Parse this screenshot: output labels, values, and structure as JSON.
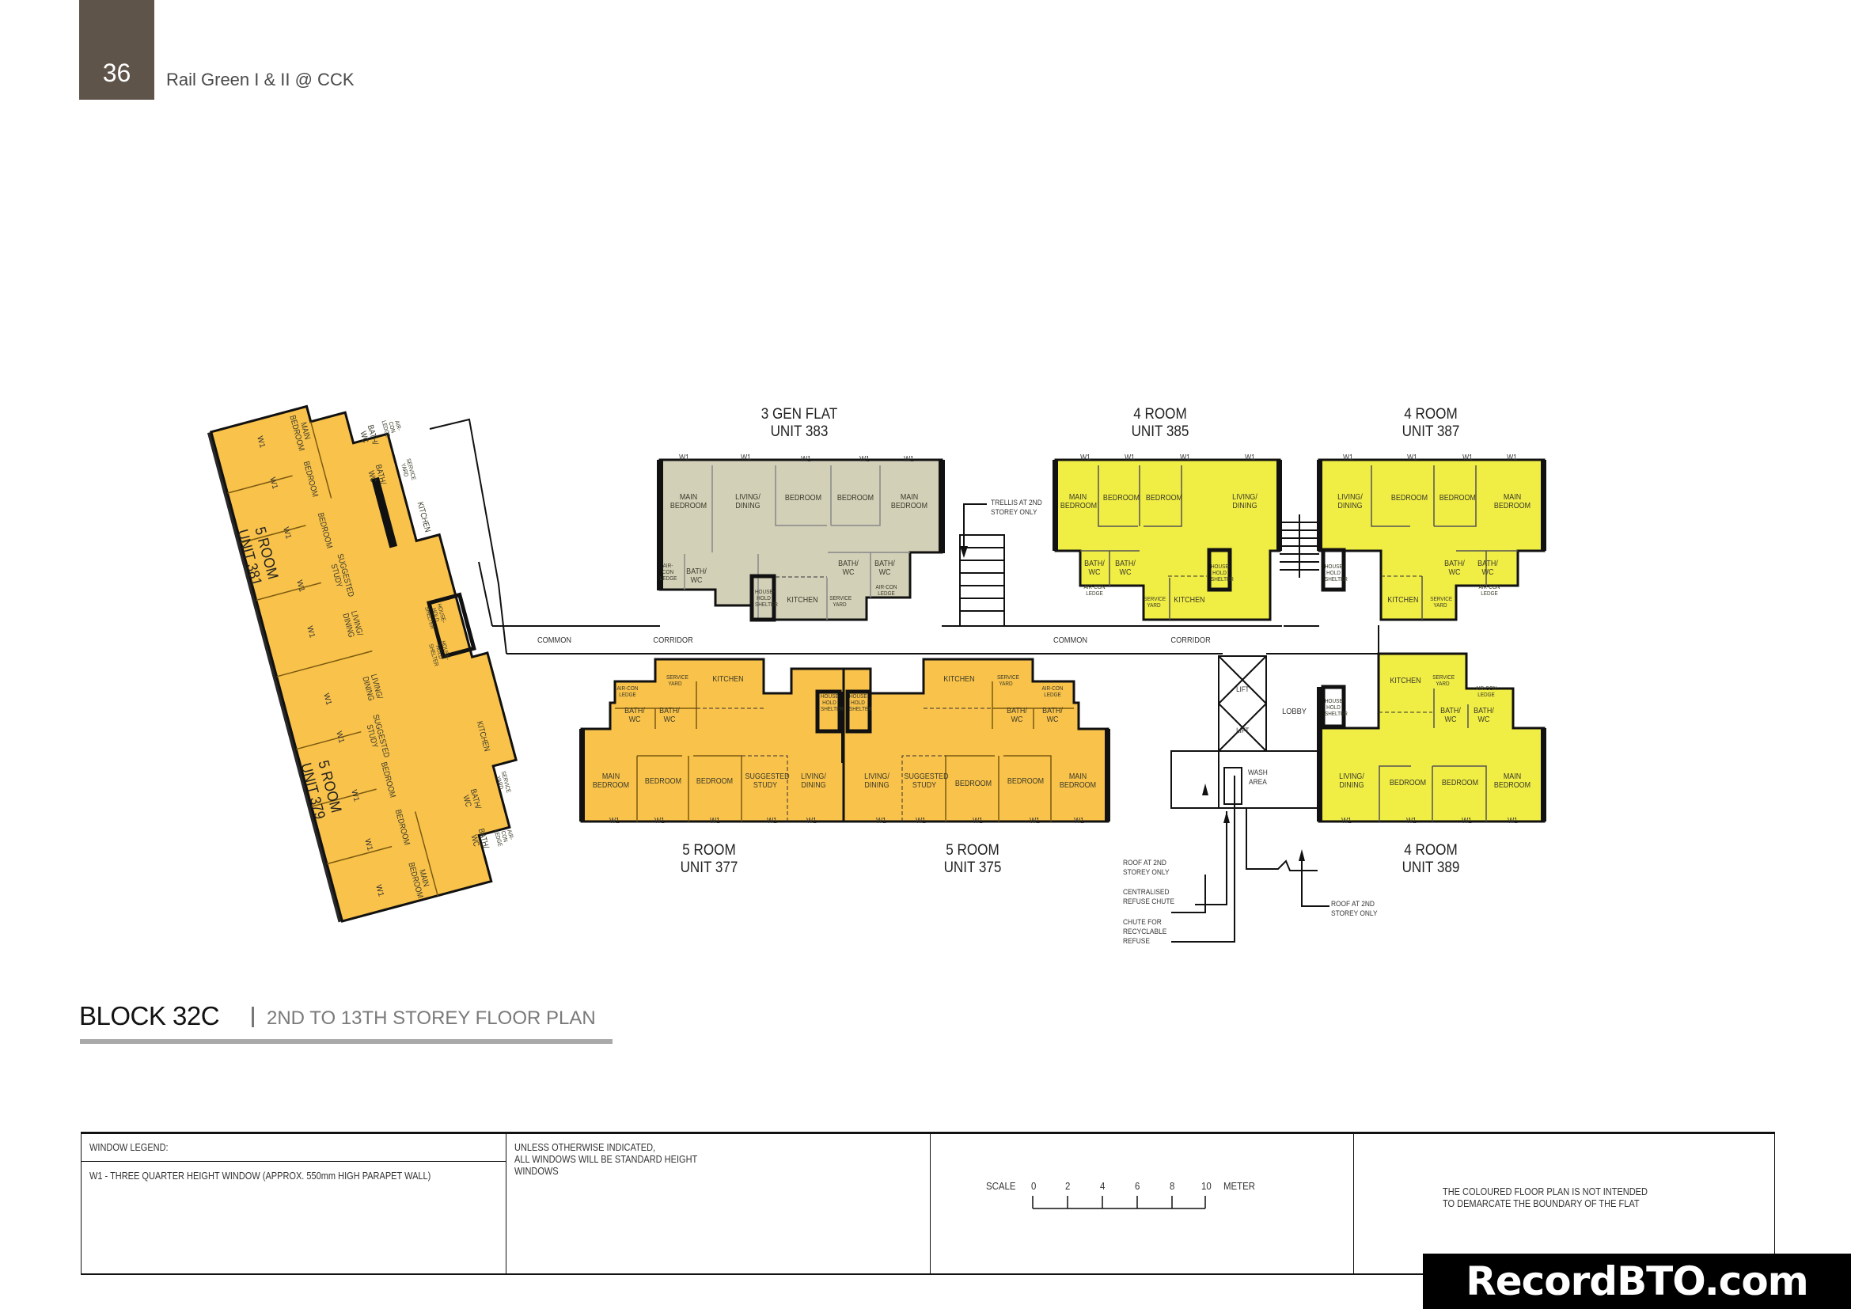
{
  "header": {
    "page_number": "36",
    "document_title": "Rail Green I & II @ CCK"
  },
  "colors": {
    "page_tab": "#5f544a",
    "three_gen": "#d3d0b8",
    "five_room": "#f9c24a",
    "four_room": "#f0ed45",
    "wall": "#111111"
  },
  "plan": {
    "units": [
      {
        "type": "3 GEN FLAT",
        "unit": "UNIT 383",
        "color": "three_gen",
        "rooms": [
          "MAIN BEDROOM",
          "LIVING/ DINING",
          "BEDROOM",
          "BEDROOM",
          "MAIN BEDROOM",
          "AIR-CON LEDGE",
          "BATH/ WC",
          "BATH/ WC",
          "BATH/ WC",
          "HOUSE-HOLD SHELTER",
          "KITCHEN",
          "SERVICE YARD",
          "AIR-CON LEDGE"
        ]
      },
      {
        "type": "4 ROOM",
        "unit": "UNIT 385",
        "color": "four_room",
        "rooms": [
          "MAIN BEDROOM",
          "BEDROOM",
          "BEDROOM",
          "LIVING/ DINING",
          "BATH/ WC",
          "BATH/ WC",
          "AIR-CON LEDGE",
          "SERVICE YARD",
          "KITCHEN",
          "HOUSE-HOLD SHELTER"
        ]
      },
      {
        "type": "4 ROOM",
        "unit": "UNIT 387",
        "color": "four_room",
        "rooms": [
          "LIVING/ DINING",
          "BEDROOM",
          "BEDROOM",
          "MAIN BEDROOM",
          "HOUSE-HOLD SHELTER",
          "BATH/ WC",
          "BATH/ WC",
          "AIR-CON LEDGE",
          "KITCHEN",
          "SERVICE YARD"
        ]
      },
      {
        "type": "5 ROOM",
        "unit": "UNIT 377",
        "color": "five_room",
        "rooms": [
          "AIR-CON LEDGE",
          "SERVICE YARD",
          "KITCHEN",
          "BATH/ WC",
          "BATH/ WC",
          "HOUSE-HOLD SHELTER",
          "MAIN BEDROOM",
          "BEDROOM",
          "BEDROOM",
          "SUGGESTED STUDY",
          "LIVING/ DINING"
        ]
      },
      {
        "type": "5 ROOM",
        "unit": "UNIT 375",
        "color": "five_room",
        "rooms": [
          "HOUSE-HOLD SHELTER",
          "KITCHEN",
          "SERVICE YARD",
          "AIR-CON LEDGE",
          "BATH/ WC",
          "BATH/ WC",
          "LIVING/ DINING",
          "SUGGESTED STUDY",
          "BEDROOM",
          "BEDROOM",
          "MAIN BEDROOM"
        ]
      },
      {
        "type": "4 ROOM",
        "unit": "UNIT 389",
        "color": "four_room",
        "rooms": [
          "KITCHEN",
          "SERVICE YARD",
          "AIR-CON LEDGE",
          "HOUSE-HOLD SHELTER",
          "BATH/ WC",
          "BATH/ WC",
          "LIVING/ DINING",
          "BEDROOM",
          "BEDROOM",
          "MAIN BEDROOM"
        ]
      },
      {
        "type": "5 ROOM",
        "unit": "UNIT 381",
        "color": "five_room",
        "rooms": [
          "MAIN BEDROOM",
          "BATH/ WC",
          "AIR-CON LEDGE",
          "BATH/ WC",
          "SERVICE YARD",
          "BEDROOM",
          "KITCHEN",
          "BEDROOM",
          "SUGGESTED STUDY",
          "LIVING/ DINING",
          "HOUSE-HOLD SHELTER"
        ]
      },
      {
        "type": "5 ROOM",
        "unit": "UNIT 379",
        "color": "five_room",
        "rooms": [
          "HOUSE-HOLD SHELTER",
          "LIVING/ DINING",
          "SUGGESTED STUDY",
          "KITCHEN",
          "BEDROOM",
          "SERVICE YARD",
          "BATH/ WC",
          "BEDROOM",
          "BATH/ WC",
          "AIR-CON LEDGE",
          "MAIN BEDROOM"
        ]
      }
    ],
    "window_label": "W1",
    "common_areas": {
      "common": "COMMON",
      "corridor": "CORRIDOR",
      "lobby": "LOBBY",
      "lift": "LIFT",
      "wash_area": "WASH\nAREA"
    },
    "annotations": {
      "trellis": "TRELLIS AT 2ND\nSTOREY ONLY",
      "roof_left": "ROOF AT 2ND\nSTOREY ONLY",
      "refuse_chute": "CENTRALISED\nREFUSE CHUTE",
      "recyclable_chute": "CHUTE FOR\nRECYCLABLE\nREFUSE",
      "roof_right": "ROOF AT 2ND\nSTOREY ONLY"
    }
  },
  "block": {
    "title": "BLOCK 32C",
    "subtitle": "2ND TO 13TH STOREY FLOOR PLAN"
  },
  "footer": {
    "window_legend_title": "WINDOW LEGEND:",
    "window_legend_item": "W1 - THREE QUARTER HEIGHT WINDOW (APPROX. 550mm HIGH PARAPET WALL)",
    "standard_note": "UNLESS OTHERWISE INDICATED,\nALL WINDOWS WILL BE STANDARD HEIGHT\nWINDOWS",
    "scale_label": "SCALE",
    "scale_ticks": [
      "0",
      "2",
      "4",
      "6",
      "8",
      "10"
    ],
    "scale_unit": "METER",
    "disclaimer": "THE COLOURED FLOOR PLAN IS NOT INTENDED\nTO DEMARCATE THE BOUNDARY OF THE FLAT"
  },
  "watermark": "RecordBTO.com"
}
